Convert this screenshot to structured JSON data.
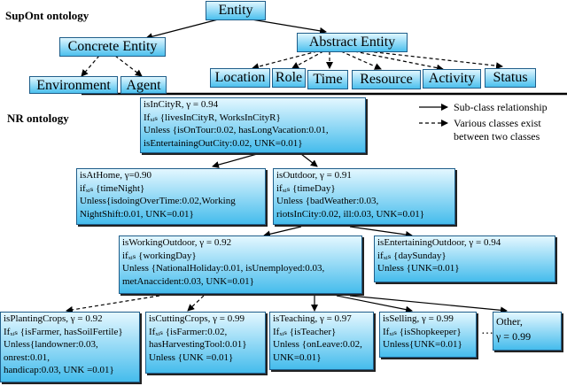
{
  "supont": {
    "label": "SupOnt ontology",
    "root": "Entity",
    "concrete": "Concrete Entity",
    "abstract": "Abstract Entity",
    "concrete_children": [
      "Environment",
      "Agent"
    ],
    "abstract_children": [
      "Location",
      "Role",
      "Time",
      "Resource",
      "Activity",
      "Status"
    ]
  },
  "nr": {
    "label": "NR ontology",
    "legend": {
      "solid": "Sub-class relationship",
      "dashed_1": "Various classes exist",
      "dashed_2": "between two classes"
    },
    "nodes": {
      "root": [
        "isInCityR, γ = 0.94",
        "Ifₓᵢₛ {livesInCityR, WorksInCityR}",
        "Unless {isOnTour:0.02, hasLongVacation:0.01,",
        "isEntertainingOutCity:0.02, UNK=0.01}"
      ],
      "home": [
        "isAtHome, γ=0.90",
        "ifₓᵢₛ {timeNight}",
        "Unless{isdoingOverTime:0.02,Working",
        "NightShift:0.01, UNK=0.01}"
      ],
      "outdoor": [
        "isOutdoor, γ = 0.91",
        "ifₓᵢₛ {timeDay}",
        "Unless {badWeather:0.03,",
        "riotsInCity:0.02, ill:0.03, UNK=0.01}"
      ],
      "working": [
        "isWorkingOutdoor, γ = 0.92",
        "ifₓᵢₛ {workingDay}",
        "Unless {NationalHoliday:0.01, isUnemployed:0.03,",
        "metAnaccident:0.03, UNK=0.01}"
      ],
      "entertaining": [
        "isEntertainingOutdoor, γ = 0.94",
        "ifₓᵢₛ {daySunday}",
        "Unless {UNK=0.01}"
      ],
      "planting": [
        "isPlantingCrops, γ = 0.92",
        "Ifₓᵢₛ {isFarmer, hasSoilFertile}",
        "Unless{landowner:0.03,",
        "onrest:0.01,",
        "handicap:0.03, UNK =0.01}"
      ],
      "cutting": [
        "isCuttingCrops, γ = 0.99",
        "Ifₓᵢₛ {isFarmer:0.02,",
        "hasHarvestingTool:0.01}",
        "Unless {UNK =0.01}"
      ],
      "teaching": [
        "isTeaching, γ = 0.97",
        "Ifₓᵢₛ {isTeacher}",
        "Unless {onLeave:0.02,",
        "UNK=0.01}"
      ],
      "selling": [
        "isSelling, γ = 0.99",
        "Ifₓᵢₛ {isShopkeeper}",
        "Unless{UNK=0.01}"
      ],
      "other": [
        "Other,",
        "γ = 0.99"
      ]
    },
    "ellipsis": "….."
  }
}
